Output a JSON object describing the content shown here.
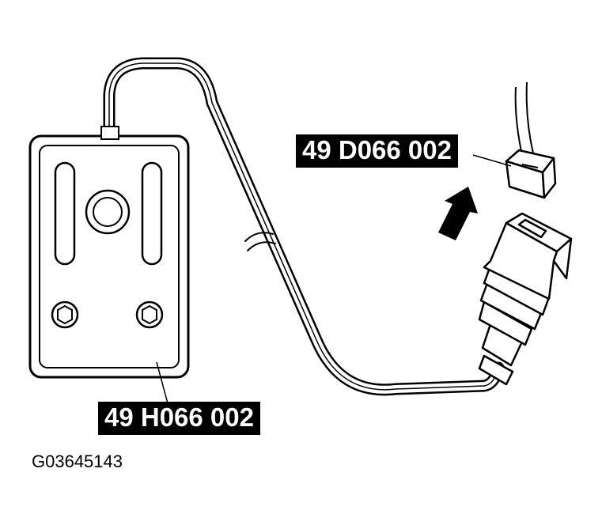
{
  "labels": {
    "part_d": "49 D066 002",
    "part_h": "49 H066 002"
  },
  "figure_id": "G03645143",
  "colors": {
    "line": "#000000",
    "background": "#ffffff",
    "label_bg": "#000000",
    "label_text": "#ffffff"
  }
}
